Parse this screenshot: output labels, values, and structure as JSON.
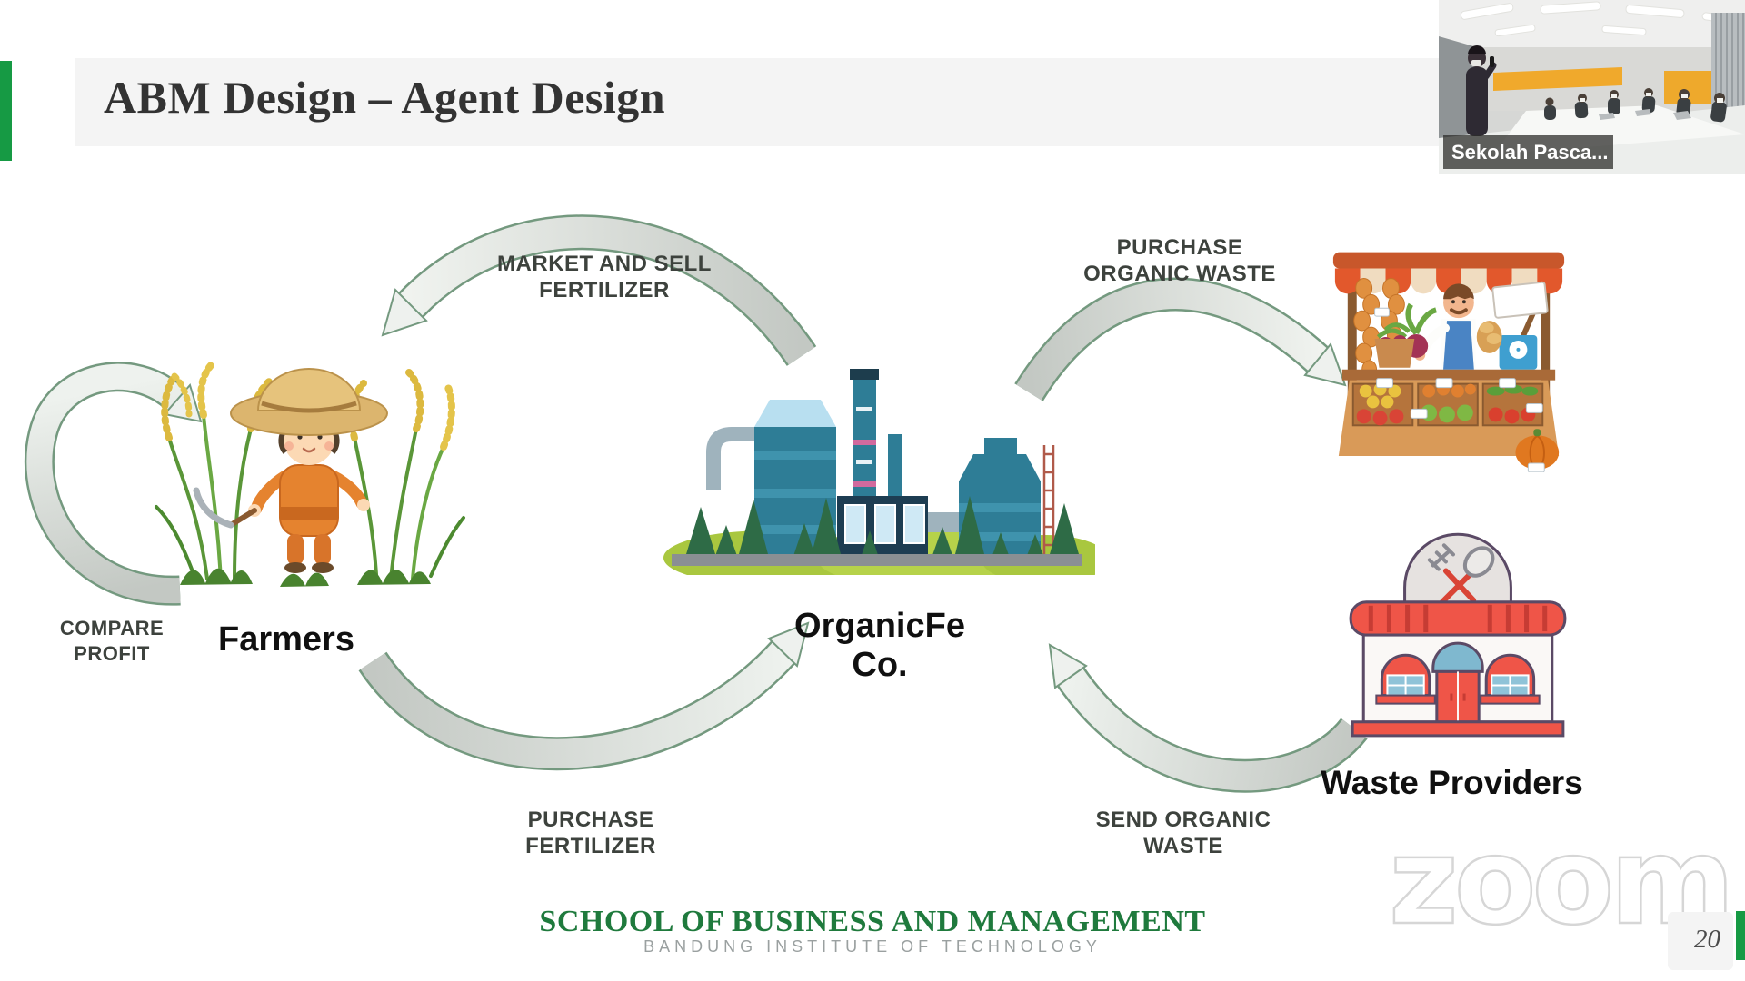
{
  "slide": {
    "title": "ABM Design – Agent Design",
    "page_number": "20"
  },
  "diagram": {
    "agents": [
      {
        "label": "Farmers",
        "illustration": "farmer-in-rice-field"
      },
      {
        "label": "OrganicFe Co.",
        "illustration": "green-fertilizer-factory"
      },
      {
        "label": "Waste Providers",
        "illustration": "restaurant-storefront"
      }
    ],
    "unlabeled_illustration": "vegetable-market-stall",
    "flows": [
      {
        "line1": "MARKET AND SELL",
        "line2": "FERTILIZER"
      },
      {
        "line1": "PURCHASE",
        "line2": "ORGANIC WASTE"
      },
      {
        "line1": "COMPARE",
        "line2": "PROFIT"
      },
      {
        "line1": "PURCHASE",
        "line2": "FERTILIZER"
      },
      {
        "line1": "SEND ORGANIC",
        "line2": "WASTE"
      }
    ]
  },
  "footer": {
    "school_name": "SCHOOL OF BUSINESS AND MANAGEMENT",
    "institute_name": "BANDUNG INSTITUTE OF TECHNOLOGY"
  },
  "video_tile": {
    "participant_name": "Sekolah Pasca...",
    "scene": "conference-room-with-standing-speaker"
  },
  "watermark": {
    "text": "zoom"
  },
  "colors": {
    "accent_green": "#169a44",
    "title_band_gray": "#f4f4f4",
    "footer_green": "#1f7a3d",
    "arrow_fill": "#d2d7d2",
    "arrow_outline": "#74997f",
    "diagram_text": "#3d423d"
  }
}
